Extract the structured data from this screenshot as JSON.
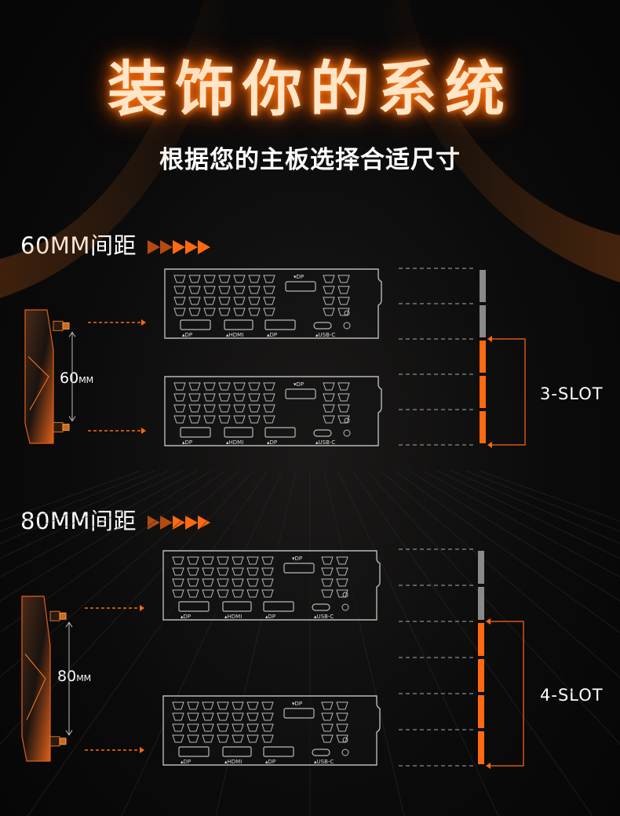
{
  "header": {
    "title": "装饰你的系统",
    "subtitle": "根据您的主板选择合适尺寸"
  },
  "colors": {
    "accent": "#ff6a10",
    "gray_slot": "#8a8a8a",
    "outline": "#b9b9b9"
  },
  "ports": {
    "top_dp": "DP",
    "dp1": "DP",
    "hdmi": "HDMI",
    "dp2": "DP",
    "usbc": "USB-C"
  },
  "sections": [
    {
      "label": "60MM间距",
      "distance_value": "60",
      "distance_unit": "MM",
      "slot_label": "3-SLOT",
      "slots": [
        "gray",
        "gray",
        "orange",
        "orange",
        "orange"
      ]
    },
    {
      "label": "80MM间距",
      "distance_value": "80",
      "distance_unit": "MM",
      "slot_label": "4-SLOT",
      "slots": [
        "gray",
        "gray",
        "orange",
        "orange",
        "orange",
        "orange"
      ]
    }
  ]
}
